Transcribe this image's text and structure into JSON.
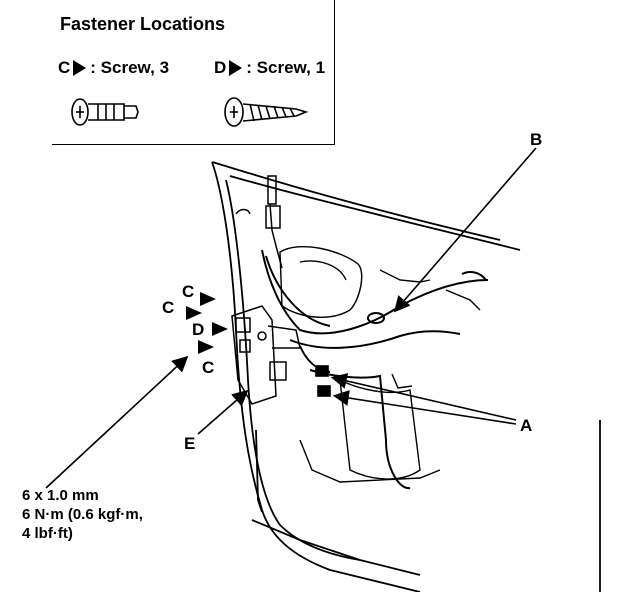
{
  "legend": {
    "title": "Fastener Locations",
    "items": [
      {
        "letter": "C",
        "text": ": Screw, 3"
      },
      {
        "letter": "D",
        "text": ": Screw, 1"
      }
    ]
  },
  "callouts": {
    "a": "A",
    "b": "B",
    "c": "C",
    "d": "D",
    "e": "E"
  },
  "spec": {
    "line1": "6 x 1.0 mm",
    "line2": "6 N·m (0.6 kgf·m,",
    "line3": "4 lbf·ft)"
  }
}
